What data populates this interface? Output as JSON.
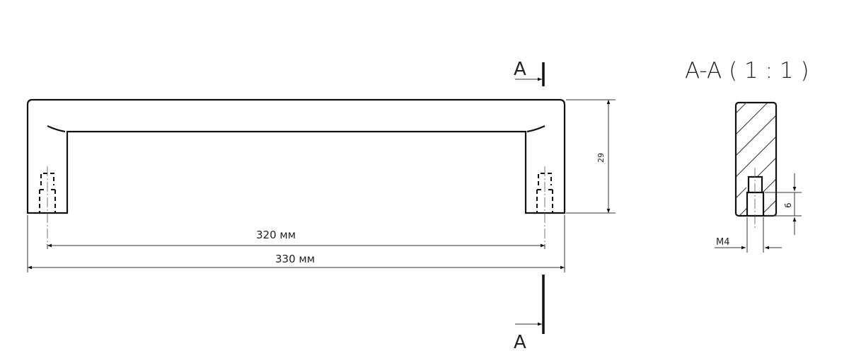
{
  "drawing": {
    "section_marker_top": "A",
    "section_marker_bottom": "A",
    "section_title": "A-A ( 1 : 1 )",
    "dimensions": {
      "hole_spacing": "320 мм",
      "overall_length": "330 мм",
      "height": "29",
      "thread_depth": "6",
      "thread": "M4"
    },
    "colors": {
      "line": "#111111",
      "background": "#ffffff"
    }
  }
}
